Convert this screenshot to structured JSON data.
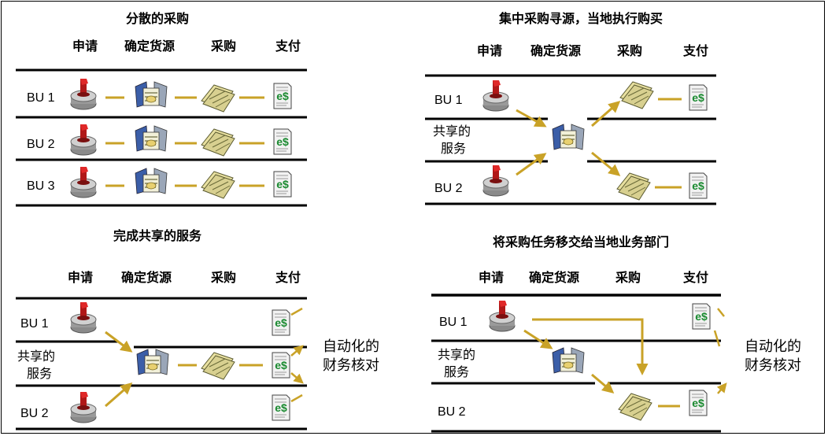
{
  "panels": [
    {
      "title": "分散的采购",
      "headers": [
        "申请",
        "确定货源",
        "采购",
        "支付"
      ],
      "rows": [
        "BU 1",
        "BU 2",
        "BU 3"
      ]
    },
    {
      "title": "集中采购寻源，当地执行购买",
      "headers": [
        "申请",
        "确定货源",
        "采购",
        "支付"
      ],
      "rows": [
        "BU 1",
        "共享的",
        "服务",
        "BU 2"
      ]
    },
    {
      "title": "完成共享的服务",
      "headers": [
        "申请",
        "确定货源",
        "采购",
        "支付"
      ],
      "rows": [
        "BU 1",
        "共享的",
        "服务",
        "BU 2"
      ],
      "note": [
        "自动化的",
        "财务核对"
      ]
    },
    {
      "title": "将采购任务移交给当地业务部门",
      "headers": [
        "申请",
        "确定货源",
        "采购",
        "支付"
      ],
      "rows": [
        "BU 1",
        "共享的",
        "服务",
        "BU 2"
      ],
      "note": [
        "自动化的",
        "财务核对"
      ]
    }
  ],
  "colors": {
    "arrow": "#c9a227",
    "line": "#000000"
  },
  "icons": [
    "requisition-icon",
    "sourcing-icon",
    "purchase-icon",
    "payment-icon"
  ]
}
